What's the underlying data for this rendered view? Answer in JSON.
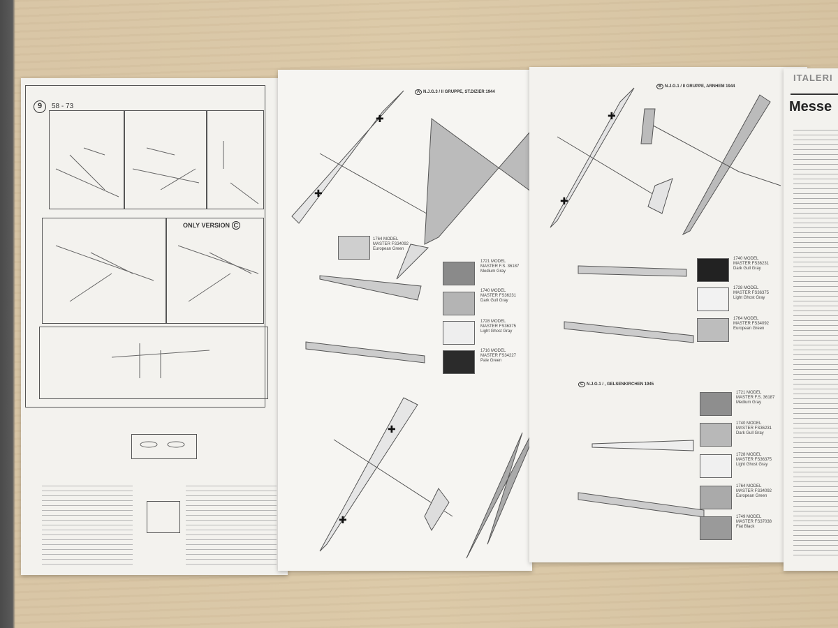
{
  "left_sheet": {
    "step_number": "9",
    "parts_range": "58 - 73",
    "only_version_label": "ONLY VERSION",
    "only_version_letter": "C"
  },
  "middle_sheet": {
    "scheme_a_letter": "A",
    "scheme_a_title": "N.J.G.3 / II GRUPPE, ST.DIZIER 1944",
    "colors": [
      {
        "label": "1764 MODEL MASTER FS34092 European Green",
        "color": "#c9c9c9"
      },
      {
        "label": "1721 MODEL MASTER F.S. 36187 Medium Gray",
        "color": "#8a8a8a"
      },
      {
        "label": "1740 MODEL MASTER FS36231 Dark Gull Gray",
        "color": "#b4b4b4"
      },
      {
        "label": "1728 MODEL MASTER FS36375 Light Ghost Gray",
        "color": "#eeeeee"
      },
      {
        "label": "1716 MODEL MASTER FS34227 Pale Green",
        "color": "#2b2b2b"
      }
    ]
  },
  "right_sheet": {
    "scheme_b_letter": "B",
    "scheme_b_title": "N.J.G.1 / II GRUPPE, ARNHEM 1944",
    "scheme_c_letter": "C",
    "scheme_c_title": "N.J.G.1 / , GELSENKIRCHEN 1945",
    "colors_b": [
      {
        "label": "1740 MODEL MASTER FS36231 Dark Gull Gray",
        "color": "#222222"
      },
      {
        "label": "1728 MODEL MASTER FS36375 Light Ghost Gray",
        "color": "#f2f2f2"
      },
      {
        "label": "1764 MODEL MASTER FS34092 European Green",
        "color": "#bdbdbd"
      }
    ],
    "colors_c": [
      {
        "label": "1721 MODEL MASTER F.S. 36187 Medium Gray",
        "color": "#8e8e8e"
      },
      {
        "label": "1740 MODEL MASTER FS36231 Dark Gull Gray",
        "color": "#b8b8b8"
      },
      {
        "label": "1728 MODEL MASTER FS36375 Light Ghost Gray",
        "color": "#f0f0f0"
      },
      {
        "label": "1764 MODEL MASTER FS34092 European Green",
        "color": "#aaaaaa"
      },
      {
        "label": "1749 MODEL MASTER FS37038 Flat Black",
        "color": "#9a9a9a"
      }
    ]
  },
  "cover_sheet": {
    "brand": "ITALERI",
    "title": "Messe"
  }
}
